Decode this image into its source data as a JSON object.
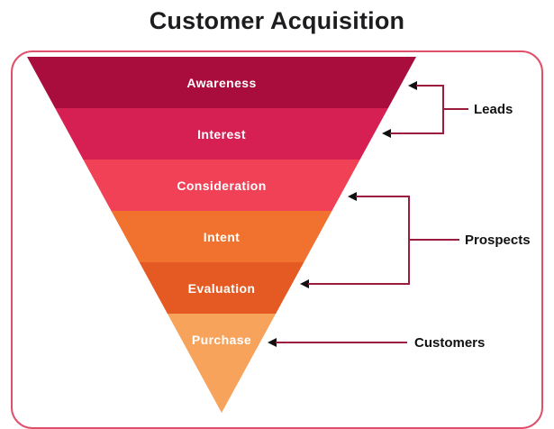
{
  "title": "Customer Acquisition",
  "funnel": {
    "stages": [
      {
        "label": "Awareness",
        "color": "#a80d3d"
      },
      {
        "label": "Interest",
        "color": "#d61f53"
      },
      {
        "label": "Consideration",
        "color": "#f04156"
      },
      {
        "label": "Intent",
        "color": "#f0722e"
      },
      {
        "label": "Evaluation",
        "color": "#e55a22"
      },
      {
        "label": "Purchase",
        "color": "#f7a35b"
      }
    ]
  },
  "annotations": {
    "leads": {
      "label": "Leads"
    },
    "prospects": {
      "label": "Prospects"
    },
    "customers": {
      "label": "Customers"
    }
  },
  "colors": {
    "line": "#9c1c3d",
    "arrowhead": "#111111",
    "card_border": "#e0506b",
    "title": "#1d1d1f"
  }
}
